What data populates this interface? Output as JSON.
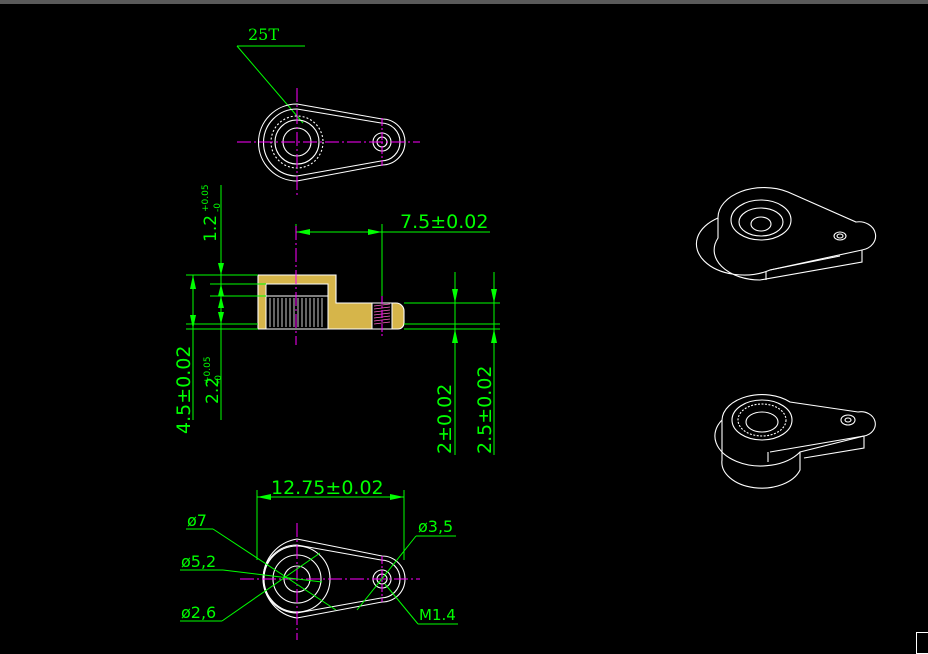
{
  "colors": {
    "background": "#000000",
    "dimension": "#00ff00",
    "outline": "#ffffff",
    "centerline": "#ff00ff",
    "section_fill": "#d6b54a"
  },
  "labels": {
    "teeth": "25T",
    "offset": "7.5±0.02",
    "top_thickness": "1.2",
    "top_tol_plus": "+0.05",
    "top_tol_minus": "-0",
    "overall_height": "4.5±0.02",
    "spline_depth": "2.2",
    "spline_tol_plus": "+0.05",
    "spline_tol_minus": "-0",
    "arm_thickness": "2±0.02",
    "arm_height": "2.5±0.02",
    "center_distance": "12.75±0.02",
    "outer_diameter": "ø7",
    "spline_diameter": "ø5,2",
    "bore_diameter": "ø2,6",
    "hole_diameter": "ø3,5",
    "thread": "M1.4"
  }
}
